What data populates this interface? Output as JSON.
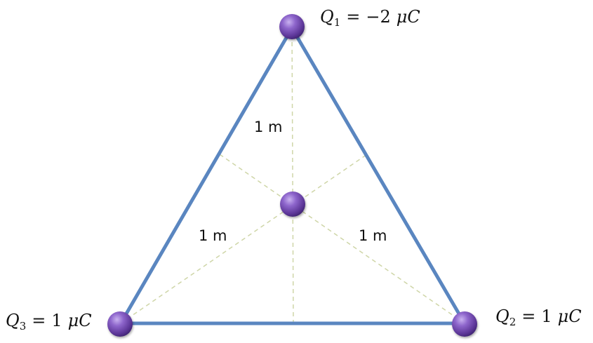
{
  "diagram": {
    "charges": [
      {
        "symbol": "Q",
        "index": "1",
        "value": "−2",
        "unit": "μC",
        "vertex": "top"
      },
      {
        "symbol": "Q",
        "index": "2",
        "value": "1",
        "unit": "μC",
        "vertex": "bottom-right"
      },
      {
        "symbol": "Q",
        "index": "3",
        "value": "1",
        "unit": "μC",
        "vertex": "bottom-left"
      }
    ],
    "distances": [
      "1 m",
      "1 m",
      "1 m"
    ],
    "colors": {
      "triangle_edge": "#5a86c0",
      "guide_line": "#cfd6a8",
      "sphere_light": "#b79be6",
      "sphere_mid": "#7a52b8",
      "sphere_dark": "#3e2470"
    }
  }
}
